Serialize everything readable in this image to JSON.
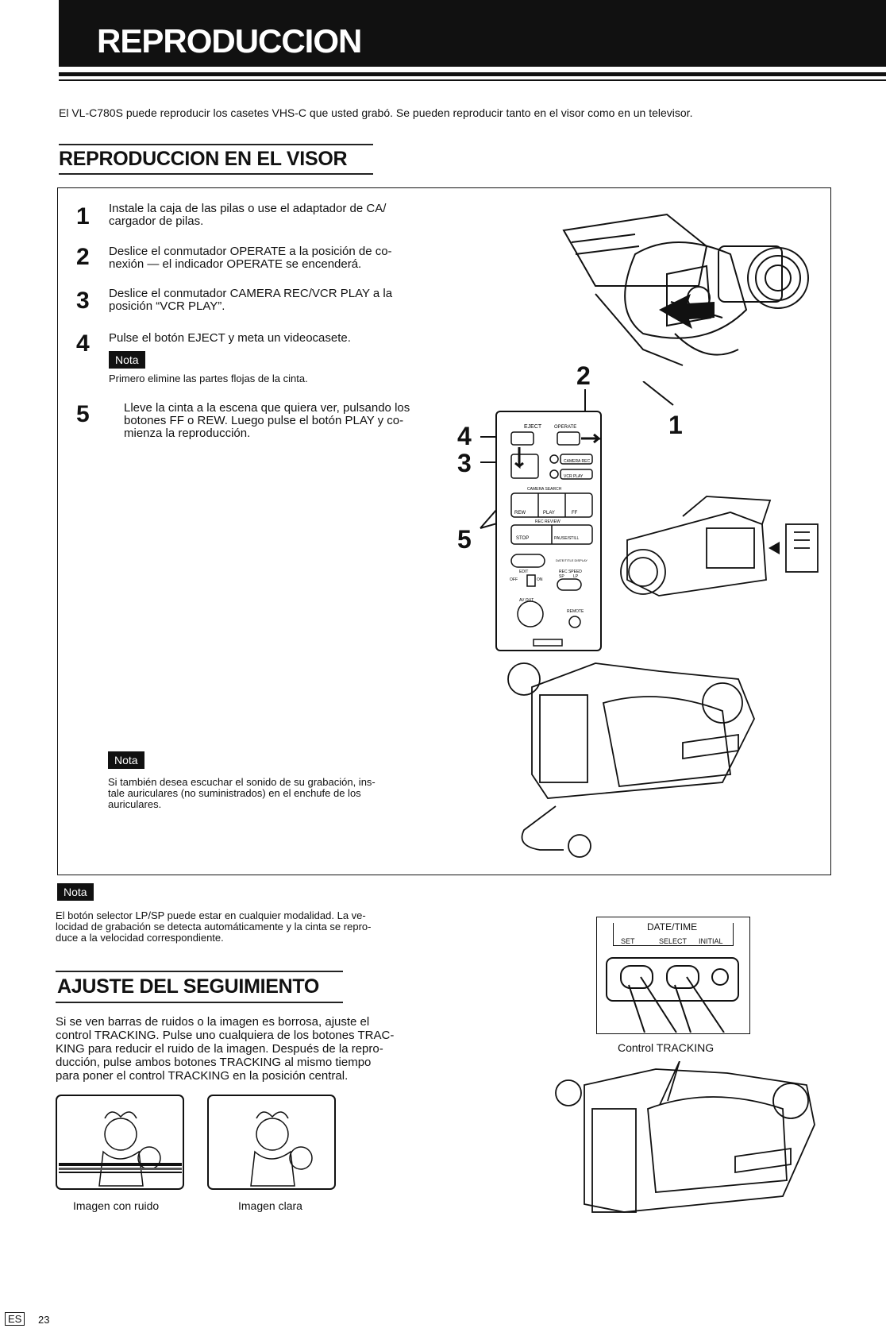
{
  "header": {
    "title": "REPRODUCCION"
  },
  "intro": "El VL-C780S puede reproducir los casetes VHS-C que usted grabó. Se pueden reproducir tanto en el visor como en un televisor.",
  "section1": {
    "title": "REPRODUCCION EN EL VISOR",
    "steps": [
      {
        "num": "1",
        "lines": [
          "Instale la caja de las pilas o use el adaptador de CA/",
          "cargador de pilas."
        ]
      },
      {
        "num": "2",
        "lines": [
          "Deslice el conmutador OPERATE a la posición de co-",
          "nexión — el indicador OPERATE se encenderá."
        ]
      },
      {
        "num": "3",
        "lines": [
          "Deslice el conmutador CAMERA REC/VCR PLAY a la",
          "posición “VCR PLAY”."
        ]
      },
      {
        "num": "4",
        "lines": [
          "Pulse el botón EJECT y meta un videocasete."
        ]
      },
      {
        "num": "5",
        "lines": [
          "Lleve la cinta a la escena que quiera ver, pulsando los",
          "botones FF o REW. Luego pulse el botón PLAY y co-",
          "mienza la reproducción."
        ]
      }
    ],
    "nota_label": "Nota",
    "nota_step4": "Primero elimine las partes flojas de la cinta.",
    "nota_bottom": [
      "Si también desea escuchar el sonido de su grabación, ins-",
      "tale auriculares (no suministrados) en el enchufe de los",
      "auriculares."
    ],
    "callouts": {
      "c1": "1",
      "c2": "2",
      "c3": "3",
      "c4": "4",
      "c5": "5"
    },
    "panel": {
      "eject": "EJECT",
      "operate": "OPERATE",
      "camera_rec": "CAMERA REC",
      "vcr_play": "VCR PLAY",
      "camera_search": "CAMERA SEARCH",
      "rew": "REW",
      "play": "PLAY",
      "ff": "FF",
      "rec_review": "REC REVIEW",
      "stop": "STOP",
      "pause_still": "PAUSE/STILL",
      "date_title": "DATE/TITLE DISPLAY",
      "edit": "EDIT",
      "off": "OFF",
      "on": "ON",
      "rec_speed": "REC SPEED",
      "sp": "SP",
      "lp": "LP",
      "av_out": "AV OUT",
      "remote": "REMOTE"
    }
  },
  "nota_lpsp": {
    "label": "Nota",
    "lines": [
      "El botón selector LP/SP puede estar en cualquier modalidad. La ve-",
      "locidad de grabación se detecta automáticamente y la cinta se repro-",
      "duce a la velocidad correspondiente."
    ]
  },
  "section2": {
    "title": "AJUSTE DEL SEGUIMIENTO",
    "lines": [
      "Si se ven barras de ruidos o la imagen es borrosa, ajuste el",
      "control TRACKING. Pulse uno cualquiera de los botones TRAC-",
      "KING para reducir el ruido de la imagen. Después de la repro-",
      "ducción, pulse ambos botones TRACKING al mismo tiempo",
      "para poner el control TRACKING en la posición central."
    ],
    "caption_noise": "Imagen con ruido",
    "caption_clear": "Imagen clara",
    "tracking_caption": "Control TRACKING",
    "datetime": {
      "title": "DATE/TIME",
      "set": "SET",
      "select": "SELECT",
      "initial": "INITIAL"
    }
  },
  "footer": {
    "lang": "ES",
    "page": "23"
  }
}
